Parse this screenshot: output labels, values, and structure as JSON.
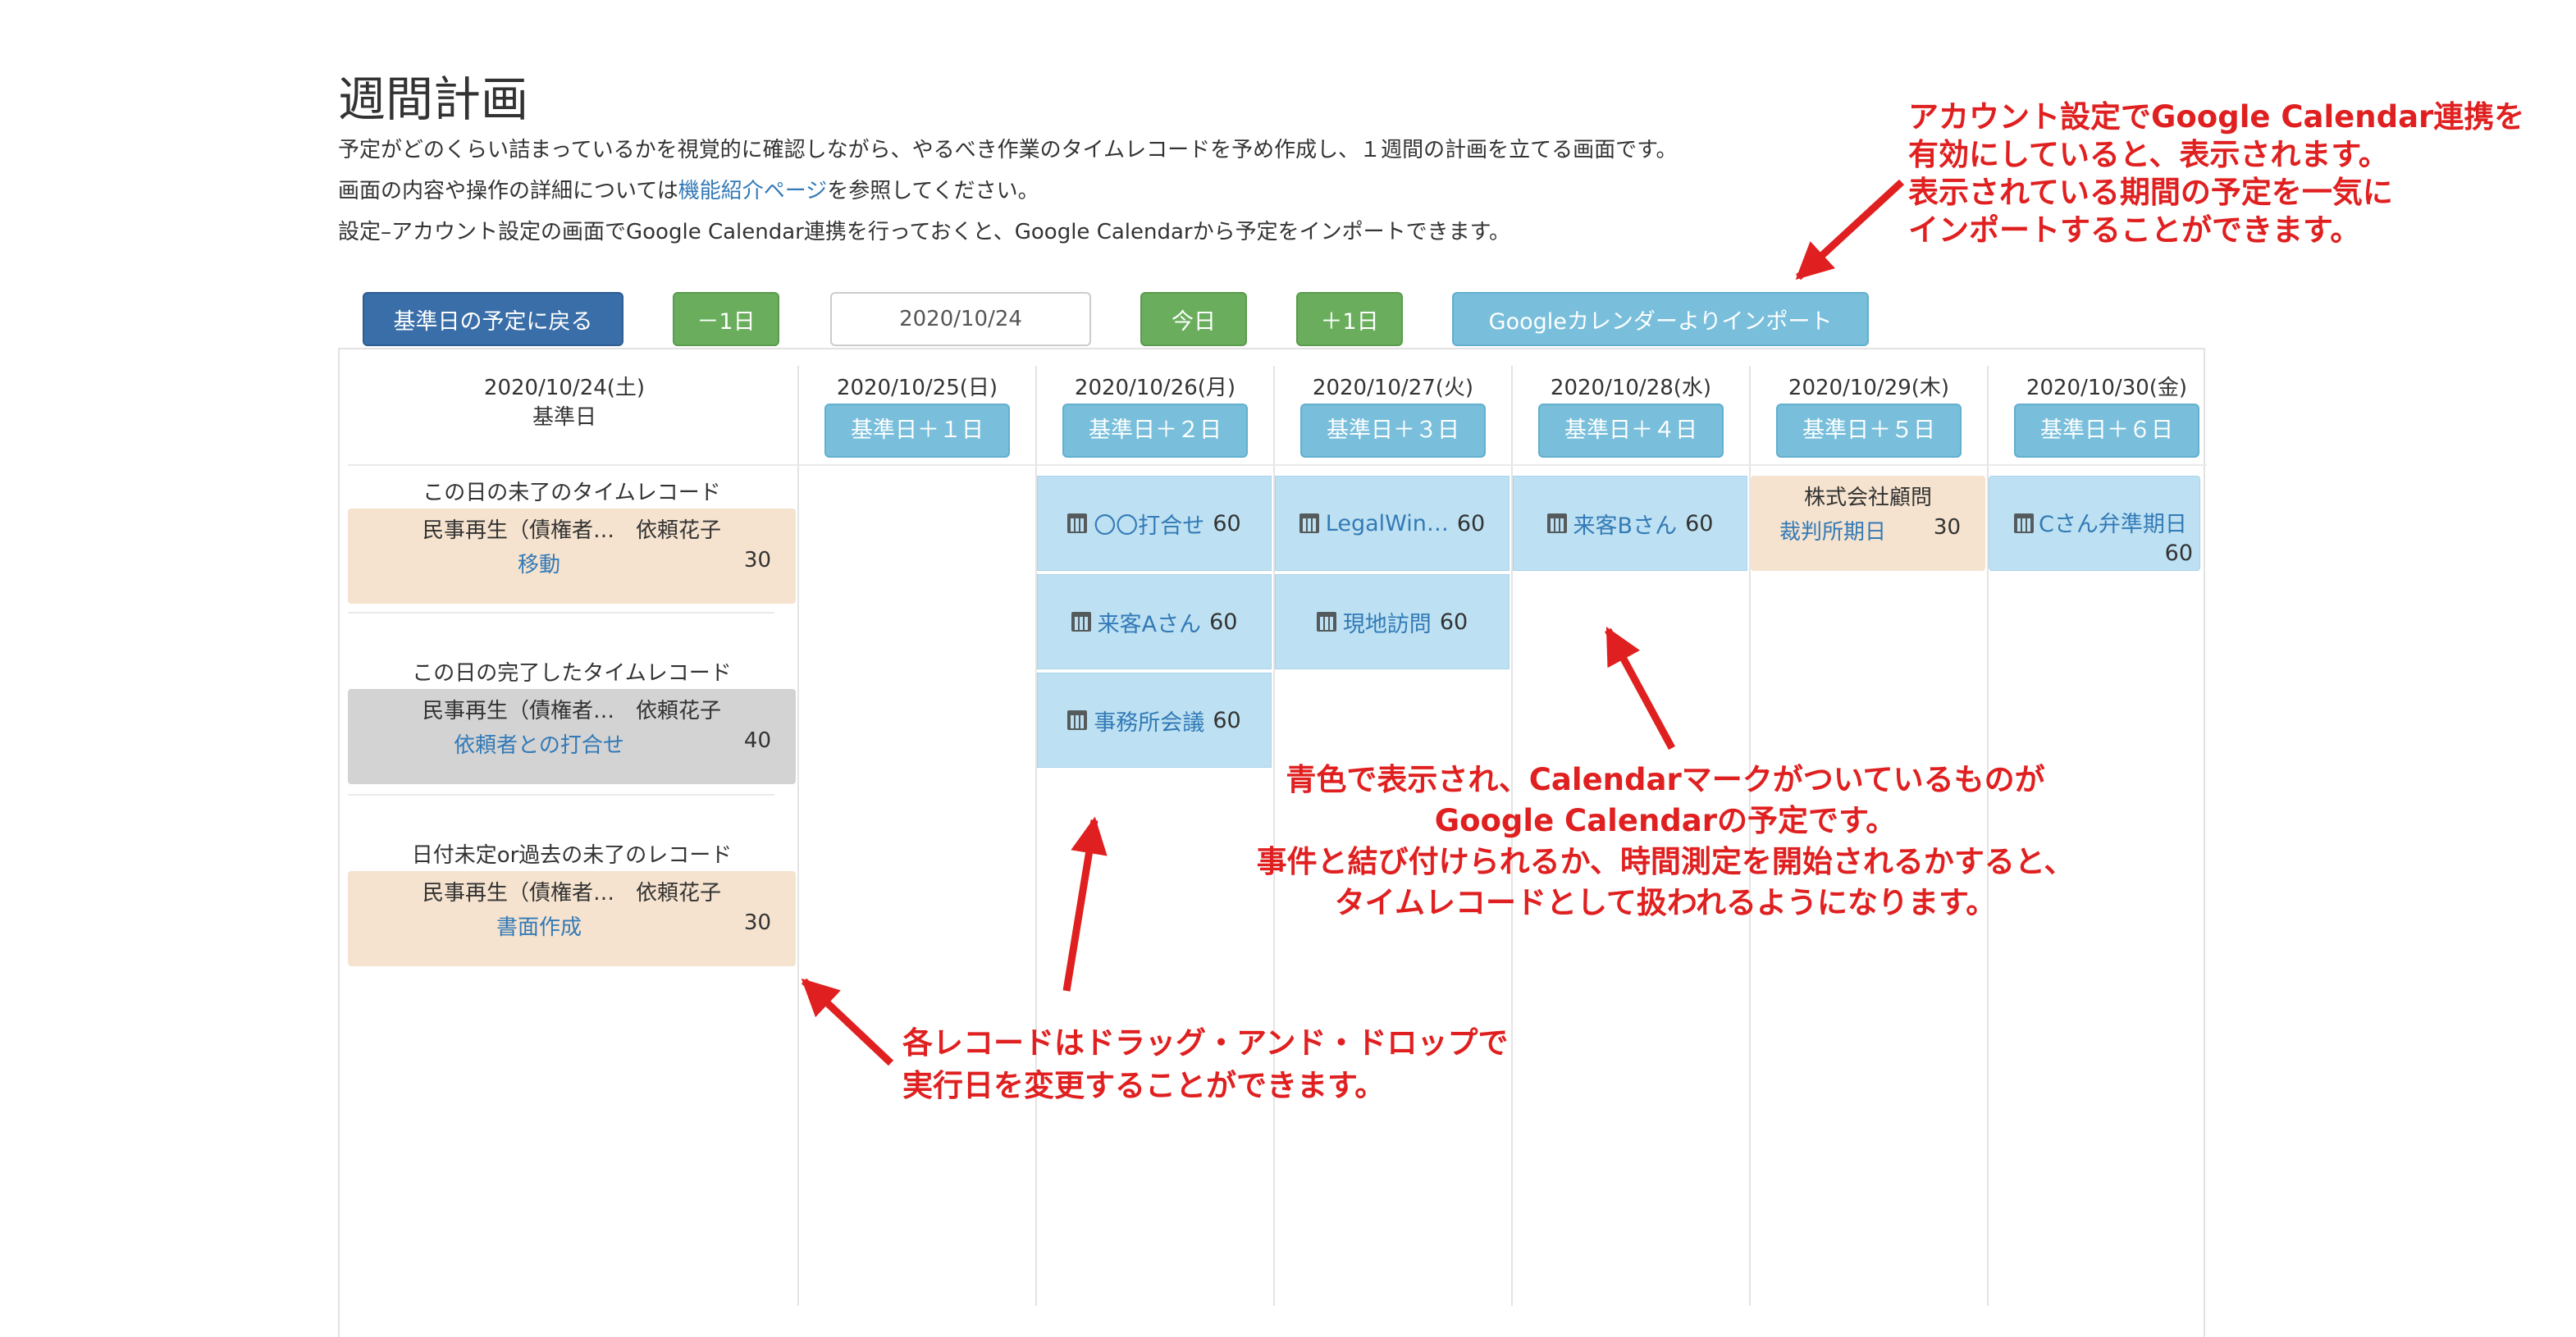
{
  "page": {
    "title": "週間計画",
    "desc1": "予定がどのくらい詰まっているかを視覚的に確認しながら、やるべき作業のタイムレコードを予め作成し、１週間の計画を立てる画面です。",
    "desc2_pre": "画面の内容や操作の詳細については",
    "desc2_link": "機能紹介ページ",
    "desc2_post": "を参照してください。",
    "desc3": "設定–アカウント設定の画面でGoogle Calendar連携を行っておくと、Google Calendarから予定をインポートできます。"
  },
  "toolbar": {
    "back_label": "基準日の予定に戻る",
    "minus_label": "－1日",
    "date_value": "2020/10/24",
    "today_label": "今日",
    "plus_label": "＋1日",
    "import_label": "Googleカレンダーよりインポート"
  },
  "base_day": {
    "date": "2020/10/24(土)",
    "label": "基準日",
    "sections": [
      {
        "heading": "この日の未了のタイムレコード",
        "line1": "民事再生（債権者…　依頼花子",
        "line2": "移動",
        "num": "30"
      },
      {
        "heading": "この日の完了したタイムレコード",
        "line1": "民事再生（債権者…　依頼花子",
        "line2": "依頼者との打合せ",
        "num": "40"
      },
      {
        "heading": "日付未定or過去の未了のレコード",
        "line1": "民事再生（債権者…　依頼花子",
        "line2": "書面作成",
        "num": "30"
      }
    ]
  },
  "days": [
    {
      "date": "2020/10/25(日)",
      "button": "基準日＋１日"
    },
    {
      "date": "2020/10/26(月)",
      "button": "基準日＋２日"
    },
    {
      "date": "2020/10/27(火)",
      "button": "基準日＋３日"
    },
    {
      "date": "2020/10/28(水)",
      "button": "基準日＋４日"
    },
    {
      "date": "2020/10/29(木)",
      "button": "基準日＋５日"
    },
    {
      "date": "2020/10/30(金)",
      "button": "基準日＋６日"
    }
  ],
  "events": {
    "d26": [
      {
        "title": "〇〇打合せ",
        "num": "60"
      },
      {
        "title": "来客Aさん",
        "num": "60"
      },
      {
        "title": "事務所会議",
        "num": "60"
      }
    ],
    "d27": [
      {
        "title": "LegalWin…",
        "num": "60"
      },
      {
        "title": "現地訪問",
        "num": "60"
      }
    ],
    "d28": [
      {
        "title": "来客Bさん",
        "num": "60"
      }
    ],
    "d29": [
      {
        "heading": "株式会社顧問",
        "title": "裁判所期日",
        "num": "30"
      }
    ],
    "d30": [
      {
        "title": "Cさん弁準期日",
        "num": "60"
      }
    ]
  },
  "annotations": {
    "top_right": [
      "アカウント設定でGoogle Calendar連携を",
      "有効にしていると、表示されます。",
      "表示されている期間の予定を一気に",
      "インポートすることができます。"
    ],
    "middle": [
      "青色で表示され、Calendarマークがついているものが",
      "Google Calendarの予定です。",
      "事件と結び付けられるか、時間測定を開始されるかすると、",
      "タイムレコードとして扱われるようになります。"
    ],
    "bottom": [
      "各レコードはドラッグ・アンド・ドロップで",
      "実行日を変更することができます。"
    ]
  },
  "colors": {
    "primary": "#3a6ea8",
    "success": "#6aae5d",
    "info": "#79bfdb",
    "record_beige": "#f5e3cf",
    "record_gray": "#d3d3d3",
    "event_blue": "#bde1f2",
    "annotation_red": "#e02020",
    "link": "#337ab7"
  },
  "icons": {
    "event": "calendar-icon",
    "annotation": "arrow-icon"
  }
}
